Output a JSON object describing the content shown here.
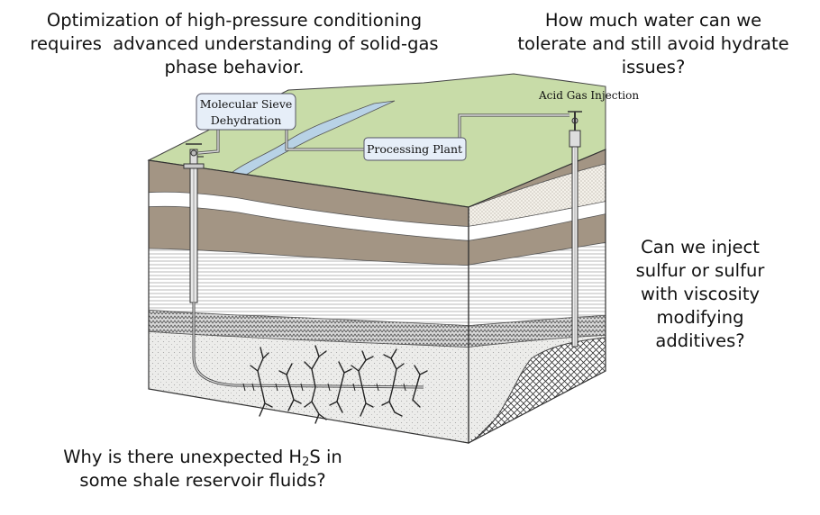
{
  "questions": {
    "optimization": {
      "line1": "Optimization of high-pressure conditioning",
      "line2": "requires  advanced understanding of solid-gas",
      "line3": "phase behavior."
    },
    "water": {
      "line1": "How much water can we",
      "line2": "tolerate and still avoid hydrate",
      "line3": "issues?"
    },
    "sulfur": {
      "line1": "Can we inject",
      "line2": "sulfur or sulfur",
      "line3": "with viscosity",
      "line4": "modifying",
      "line5": "additives?"
    },
    "h2s": {
      "line1_pre": "Why is there unexpected H",
      "line1_sub": "2",
      "line1_post": "S in",
      "line2": "some shale reservoir fluids?"
    }
  },
  "labels": {
    "dehydration_line1": "Molecular Sieve",
    "dehydration_line2": "Dehydration",
    "processing_plant": "Processing Plant",
    "acid_gas_injection": "Acid Gas Injection"
  },
  "colors": {
    "surface": "#c8dca8",
    "river": "#b8d2e6",
    "brown": "#a39584",
    "sand": "#f0ece4",
    "white": "#ffffff",
    "reservoir": "#ebebeb",
    "label_box": "#e6eef8"
  }
}
